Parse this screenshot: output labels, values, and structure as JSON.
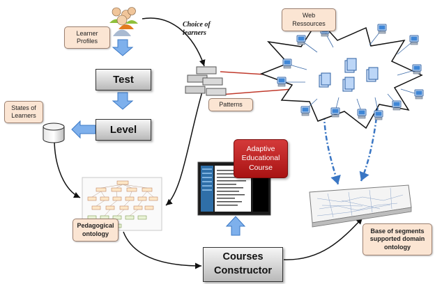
{
  "labels": {
    "learner_profiles": [
      "Learner",
      "Profiles"
    ],
    "test": "Test",
    "level": "Level",
    "states_of_learners": [
      "States of",
      "Learners"
    ],
    "choice_of_learners": [
      "Choice of",
      "learners"
    ],
    "patterns": "Patterns",
    "web_ressources": [
      "Web",
      "Ressources"
    ],
    "adaptive_course": [
      "Adaptive",
      "Educational",
      "Course"
    ],
    "pedagogical_ontology": [
      "Pedagogical",
      "ontology"
    ],
    "courses_constructor": [
      "Courses",
      "Constructor"
    ],
    "base_of_segments": [
      "Base of segments",
      "supported domain",
      "ontology"
    ]
  },
  "colors": {
    "flow_arrow": "#7eb0ec",
    "red_link": "#c0392b",
    "label_fill": "#fbe5d3",
    "course_box": "#c0282a"
  }
}
